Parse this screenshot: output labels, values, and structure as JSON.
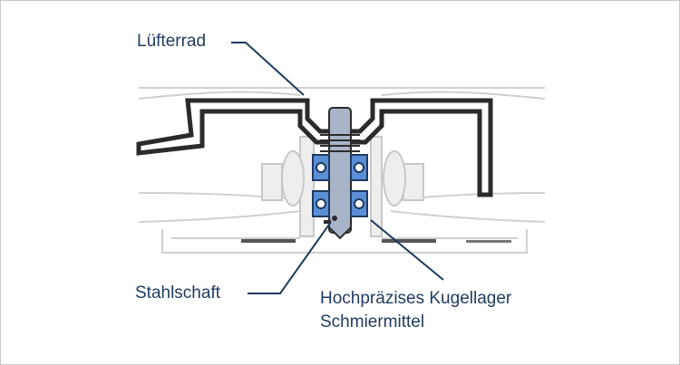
{
  "labels": {
    "fan_wheel": "Lüfterrad",
    "steel_shaft": "Stahlschaft",
    "precision_bearing": "Hochpräzises Kugellager",
    "lubricant": "Schmiermittel"
  },
  "colors": {
    "label_text": "#1f3a5f",
    "leader_line": "#1f3a5f",
    "outline": "#2b2b2b",
    "light_part": "#cfcfcf",
    "shaft_fill": "#aab4c8",
    "bearing_fill": "#5a8fd6"
  }
}
